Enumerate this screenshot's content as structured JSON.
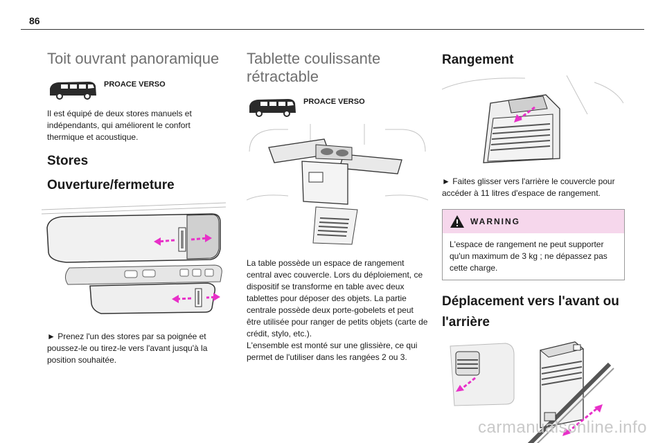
{
  "page": {
    "number": "86"
  },
  "col1": {
    "title": "Toit ouvrant panoramique",
    "model": "PROACE VERSO",
    "intro": "Il est équipé de deux stores manuels et indépendants, qui améliorent le confort thermique et acoustique.",
    "section": "Stores",
    "subsection": "Ouverture/fermeture",
    "instruction": "► Prenez l'un des stores par sa poignée et poussez-le ou tirez-le vers l'avant jusqu'à la position souhaitée."
  },
  "col2": {
    "title": "Tablette coulissante rétractable",
    "model": "PROACE VERSO",
    "body": "La table possède un espace de rangement central avec couvercle. Lors du déploiement, ce dispositif se transforme en table avec deux tablettes pour déposer des objets. La partie centrale possède deux porte-gobelets et peut être utilisée pour ranger de petits objets (carte de crédit, stylo, etc.).",
    "body2": "L'ensemble est monté sur une glissière, ce qui permet de l'utiliser dans les rangées 2 ou 3."
  },
  "col3": {
    "title": "Rangement",
    "instruction": "► Faites glisser vers l'arrière le couvercle pour accéder à 11 litres d'espace de rangement.",
    "warning": {
      "title": "WARNING",
      "text": "L'espace de rangement ne peut supporter qu'un maximum de 3 kg ; ne dépassez pas cette charge."
    },
    "section": "Déplacement vers l'avant ou l'arrière"
  },
  "watermark": "carmanualsonline.info",
  "colors": {
    "accent": "#e830c8",
    "warning_bg": "#f6d7ec",
    "heading_light": "#707070"
  },
  "icons": [
    "van-icon",
    "warning-triangle-icon",
    "arrow-icon"
  ]
}
